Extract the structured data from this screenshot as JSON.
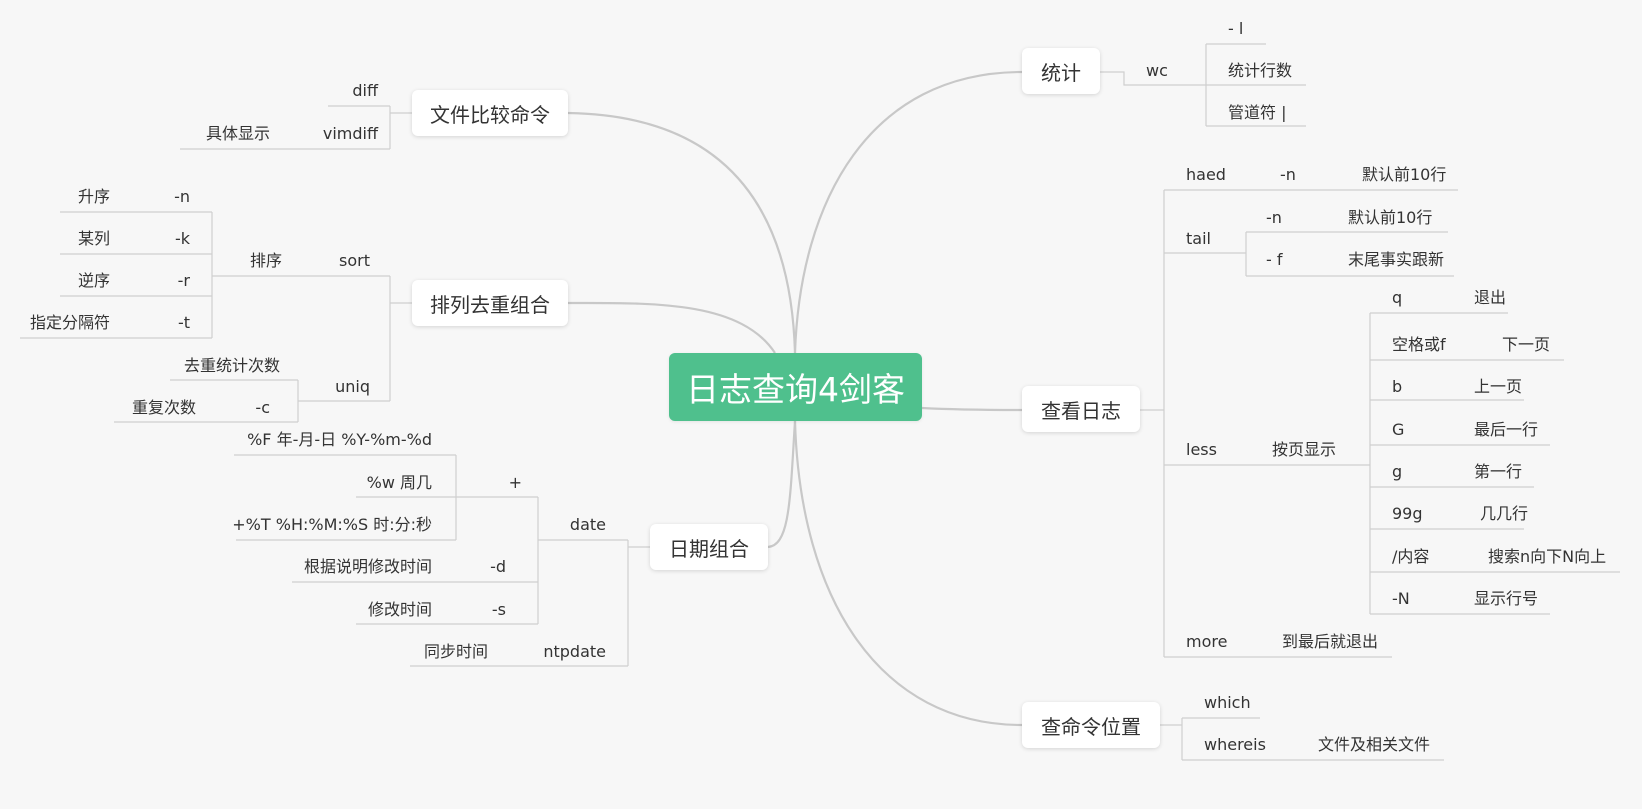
{
  "center": "日志查询4剑客",
  "branches": {
    "tongji": "统计",
    "chakan": "查看日志",
    "mingling": "查命令位置",
    "wenjian": "文件比较命令",
    "paixu": "排列去重组合",
    "riqi": "日期组合"
  },
  "tongji": {
    "wc": "wc",
    "l": "- l",
    "lines": "统计行数",
    "pipe": "管道符 |"
  },
  "chakan": {
    "haed": "haed",
    "haed_n": "-n",
    "haed_n_desc": "默认前10行",
    "tail": "tail",
    "tail_n": "-n",
    "tail_n_desc": "默认前10行",
    "tail_f": "- f",
    "tail_f_desc": "末尾事实跟新",
    "less": "less",
    "less_desc": "按页显示",
    "less_items": [
      {
        "key": "q",
        "desc": "退出"
      },
      {
        "key": "空格或f",
        "desc": "下一页"
      },
      {
        "key": "b",
        "desc": "上一页"
      },
      {
        "key": "G",
        "desc": "最后一行"
      },
      {
        "key": "g",
        "desc": "第一行"
      },
      {
        "key": "99g",
        "desc": "几几行"
      },
      {
        "key": "/内容",
        "desc": "搜索n向下N向上"
      },
      {
        "key": "-N",
        "desc": "显示行号"
      }
    ],
    "more": "more",
    "more_desc": "到最后就退出"
  },
  "mingling": {
    "which": "which",
    "whereis": "whereis",
    "whereis_desc": "文件及相关文件"
  },
  "wenjian": {
    "diff": "diff",
    "vimdiff": "vimdiff",
    "vimdiff_desc": "具体显示"
  },
  "paixu": {
    "sort": "sort",
    "sort_label": "排序",
    "sort_items": [
      {
        "opt": "-n",
        "desc": "升序"
      },
      {
        "opt": "-k",
        "desc": "某列"
      },
      {
        "opt": "-r",
        "desc": "逆序"
      },
      {
        "opt": "-t",
        "desc": "指定分隔符"
      }
    ],
    "uniq": "uniq",
    "uniq_desc": "去重统计次数",
    "uniq_c": "-c",
    "uniq_c_desc": "重复次数"
  },
  "riqi": {
    "date": "date",
    "plus": "+",
    "plus_items": [
      "%F 年-月-日 %Y-%m-%d",
      "%w 周几",
      "+%T %H:%M:%S 时:分:秒"
    ],
    "d_opt": "-d",
    "d_desc": "根据说明修改时间",
    "s_opt": "-s",
    "s_desc": "修改时间",
    "ntpdate": "ntpdate",
    "ntpdate_desc": "同步时间"
  }
}
